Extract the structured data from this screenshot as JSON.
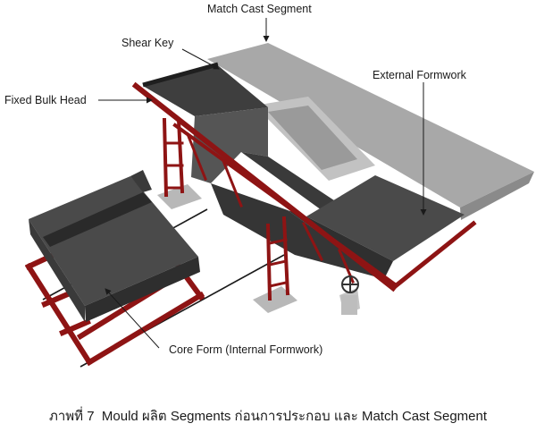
{
  "labels": {
    "match_cast_segment": "Match Cast Segment",
    "shear_key": "Shear Key",
    "fixed_bulk_head": "Fixed Bulk Head",
    "external_formwork": "External Formwork",
    "core_form": "Core Form (Internal Formwork)"
  },
  "caption": {
    "figure_no": "ภาพที่ 7",
    "text": "Mould ผลิต Segments ก่อนการประกอบ และ Match Cast Segment"
  },
  "colors": {
    "steel_red": "#8e1414",
    "concrete_light": "#a8a8a8",
    "formwork_dark": "#3c3c3c",
    "leader": "#1a1a1a"
  }
}
